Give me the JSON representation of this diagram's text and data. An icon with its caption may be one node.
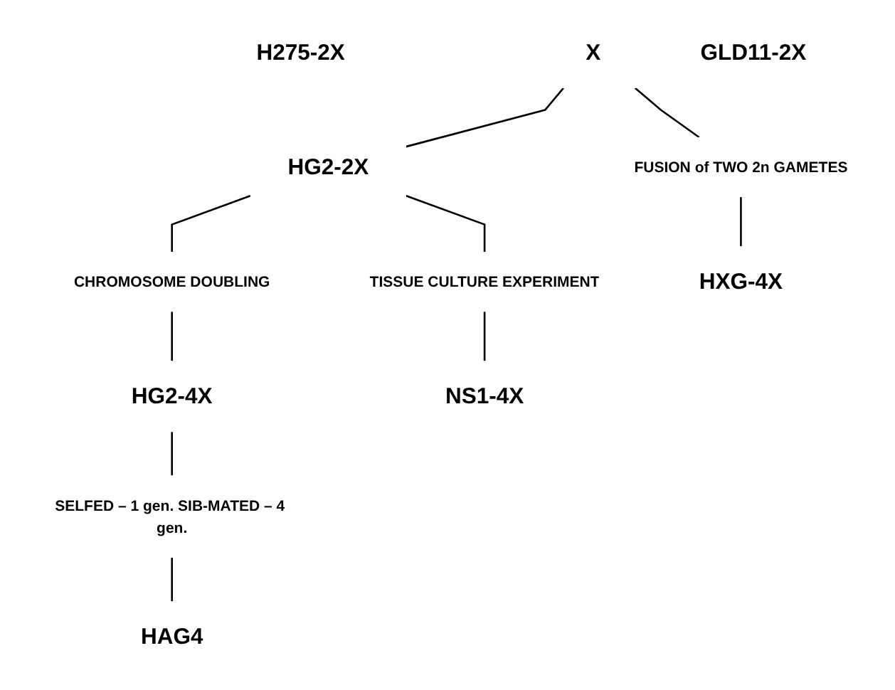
{
  "diagram": {
    "nodes": [
      {
        "text": [
          "H275-2X"
        ]
      },
      {
        "text": [
          "X"
        ]
      },
      {
        "text": [
          "GLD11-2X"
        ]
      },
      {
        "text": [
          "HG2-2X"
        ]
      },
      {
        "text": [
          "CHROMOSOME DOUBLING"
        ]
      },
      {
        "text": [
          "HG2-4X"
        ]
      },
      {
        "text": [
          "TISSUE CULTURE EXPERIMENT"
        ]
      },
      {
        "text": [
          "FUSION of TWO 2n GAMETES"
        ]
      },
      {
        "text": [
          "SELFED – 1 gen. SIB-MATED – 4 gen."
        ]
      },
      {
        "text": [
          "HAG4"
        ]
      },
      {
        "text": [
          "NS1-4X"
        ]
      },
      {
        "text": [
          "HXG-4X"
        ]
      }
    ],
    "edges": [
      {
        "from": 1,
        "to": 3,
        "arrow": "none"
      },
      {
        "from": 1,
        "to": 7,
        "arrow": "none"
      },
      {
        "from": 3,
        "to": 4,
        "arrow": "none"
      },
      {
        "from": 4,
        "to": 5,
        "arrow": "none"
      },
      {
        "from": 3,
        "to": 6,
        "arrow": "none"
      },
      {
        "from": 6,
        "to": 10,
        "arrow": "none"
      },
      {
        "from": 5,
        "to": 8,
        "arrow": "none"
      },
      {
        "from": 8,
        "to": 9,
        "arrow": "none"
      },
      {
        "from": 7,
        "to": 11,
        "arrow": "none"
      }
    ]
  }
}
